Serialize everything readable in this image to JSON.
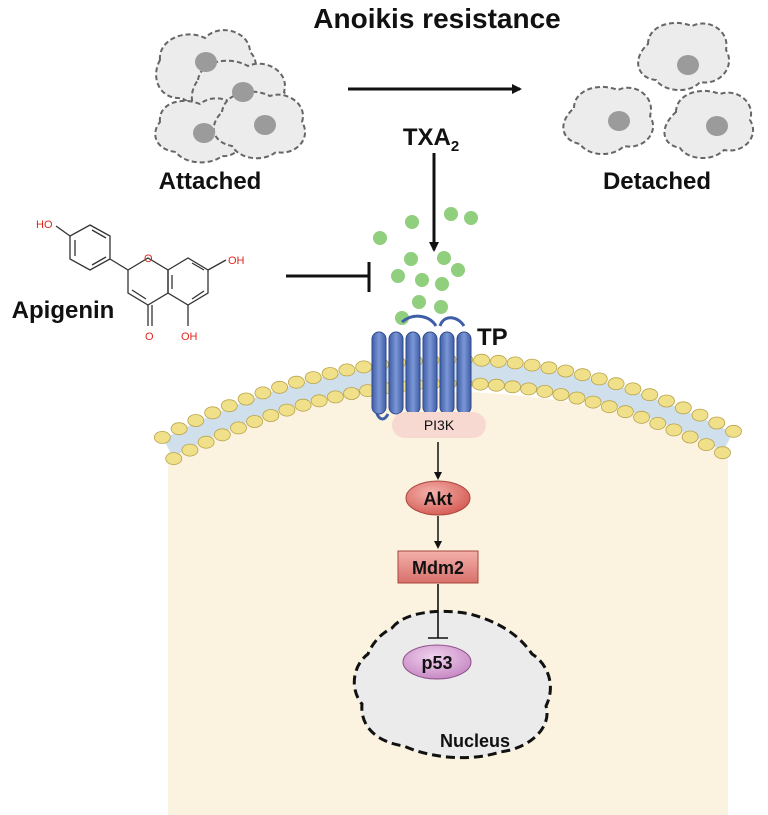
{
  "title": "Anoikis resistance",
  "left_cells_label": "Attached",
  "right_cells_label": "Detached",
  "ligand": {
    "main": "TXA",
    "subscript": "2"
  },
  "inhibitor": {
    "name": "Apigenin",
    "atoms": {
      "top_oh": "HO",
      "right_oh": "OH",
      "bottom_oh": "OH",
      "ketone_o": "O",
      "ring_o": "O"
    }
  },
  "receptor_label": "TP",
  "pathway": {
    "pi3k": "PI3K",
    "akt": "Akt",
    "mdm2": "Mdm2",
    "p53": "p53"
  },
  "nucleus_label": "Nucleus",
  "colors": {
    "cell_fill": "#ececec",
    "nucleus_dot": "#9b9b9b",
    "ligand": "#8fcf7d",
    "receptor": "#4e6eb8",
    "lipid_head": "#f1e08a",
    "lipid_tail": "#cfe0ec",
    "cytoplasm": "#fbf3e0",
    "pi3k_fill": "#f7d9d2",
    "akt_fill": "#e07a72",
    "mdm2_fill": "#e08a86",
    "p53_fill": "#d9a2d6"
  }
}
